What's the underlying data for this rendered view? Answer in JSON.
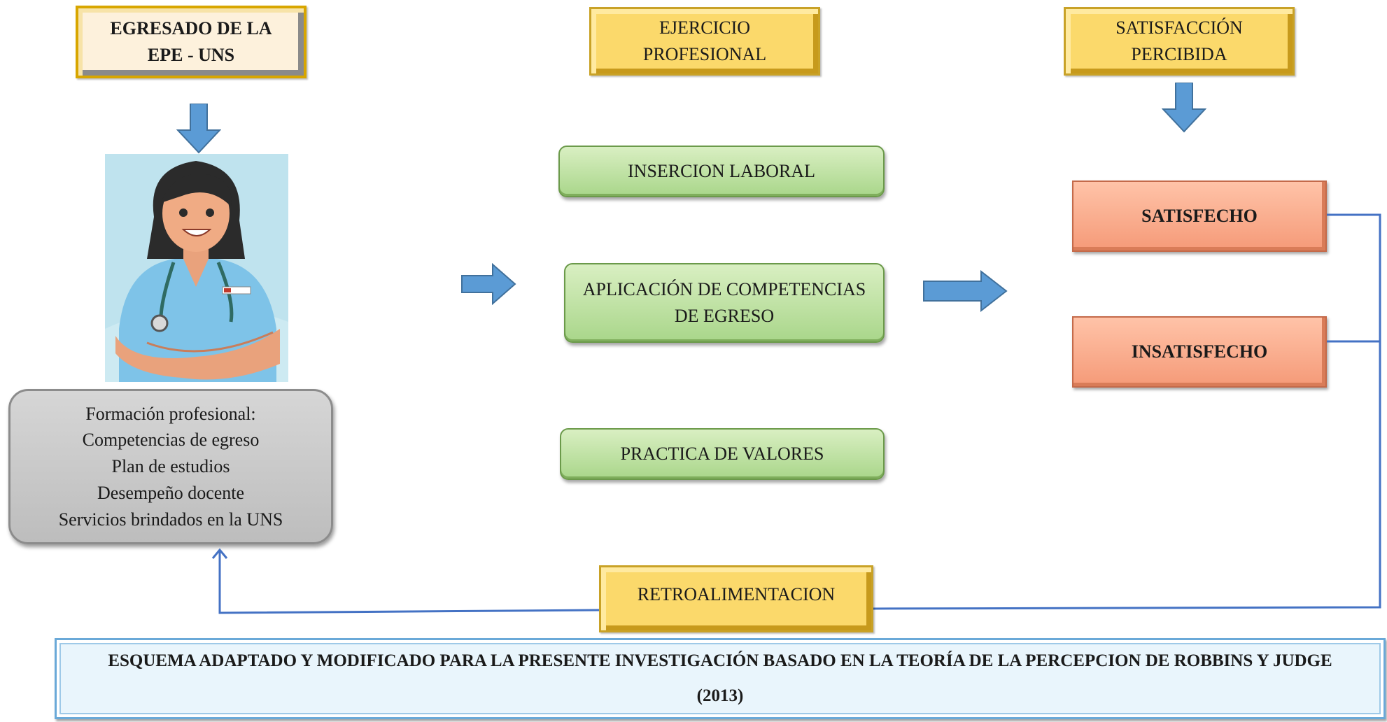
{
  "boxes": {
    "graduate": "EGRESADO DE LA EPE - UNS",
    "practice": "EJERCICIO PROFESIONAL",
    "satisfaction": "SATISFACCIÓN PERCIBIDA",
    "labor_insertion": "INSERCION LABORAL",
    "competencies": "APLICACIÓN DE COMPETENCIAS DE EGRESO",
    "values": "PRACTICA DE VALORES",
    "satisfied": "SATISFECHO",
    "unsatisfied": "INSATISFECHO",
    "feedback": "RETROALIMENTACION"
  },
  "training": [
    "Formación profesional:",
    "Competencias de egreso",
    "Plan de estudios",
    "Desempeño docente",
    "Servicios brindados en la UNS"
  ],
  "footer": "ESQUEMA ADAPTADO Y MODIFICADO PARA LA PRESENTE INVESTIGACIÓN BASADO EN LA TEORÍA DE LA PERCEPCION DE ROBBINS Y JUDGE (2013)",
  "illustration": "nurse-illustration",
  "colors": {
    "arrow_blue": "#5b9bd5",
    "connector_blue": "#4472c4",
    "gold": "#fbd96b",
    "green": "#a9d68a",
    "salmon": "#f8a585",
    "gray": "#c8c8c8",
    "footer_bg": "#e9f5fc"
  }
}
